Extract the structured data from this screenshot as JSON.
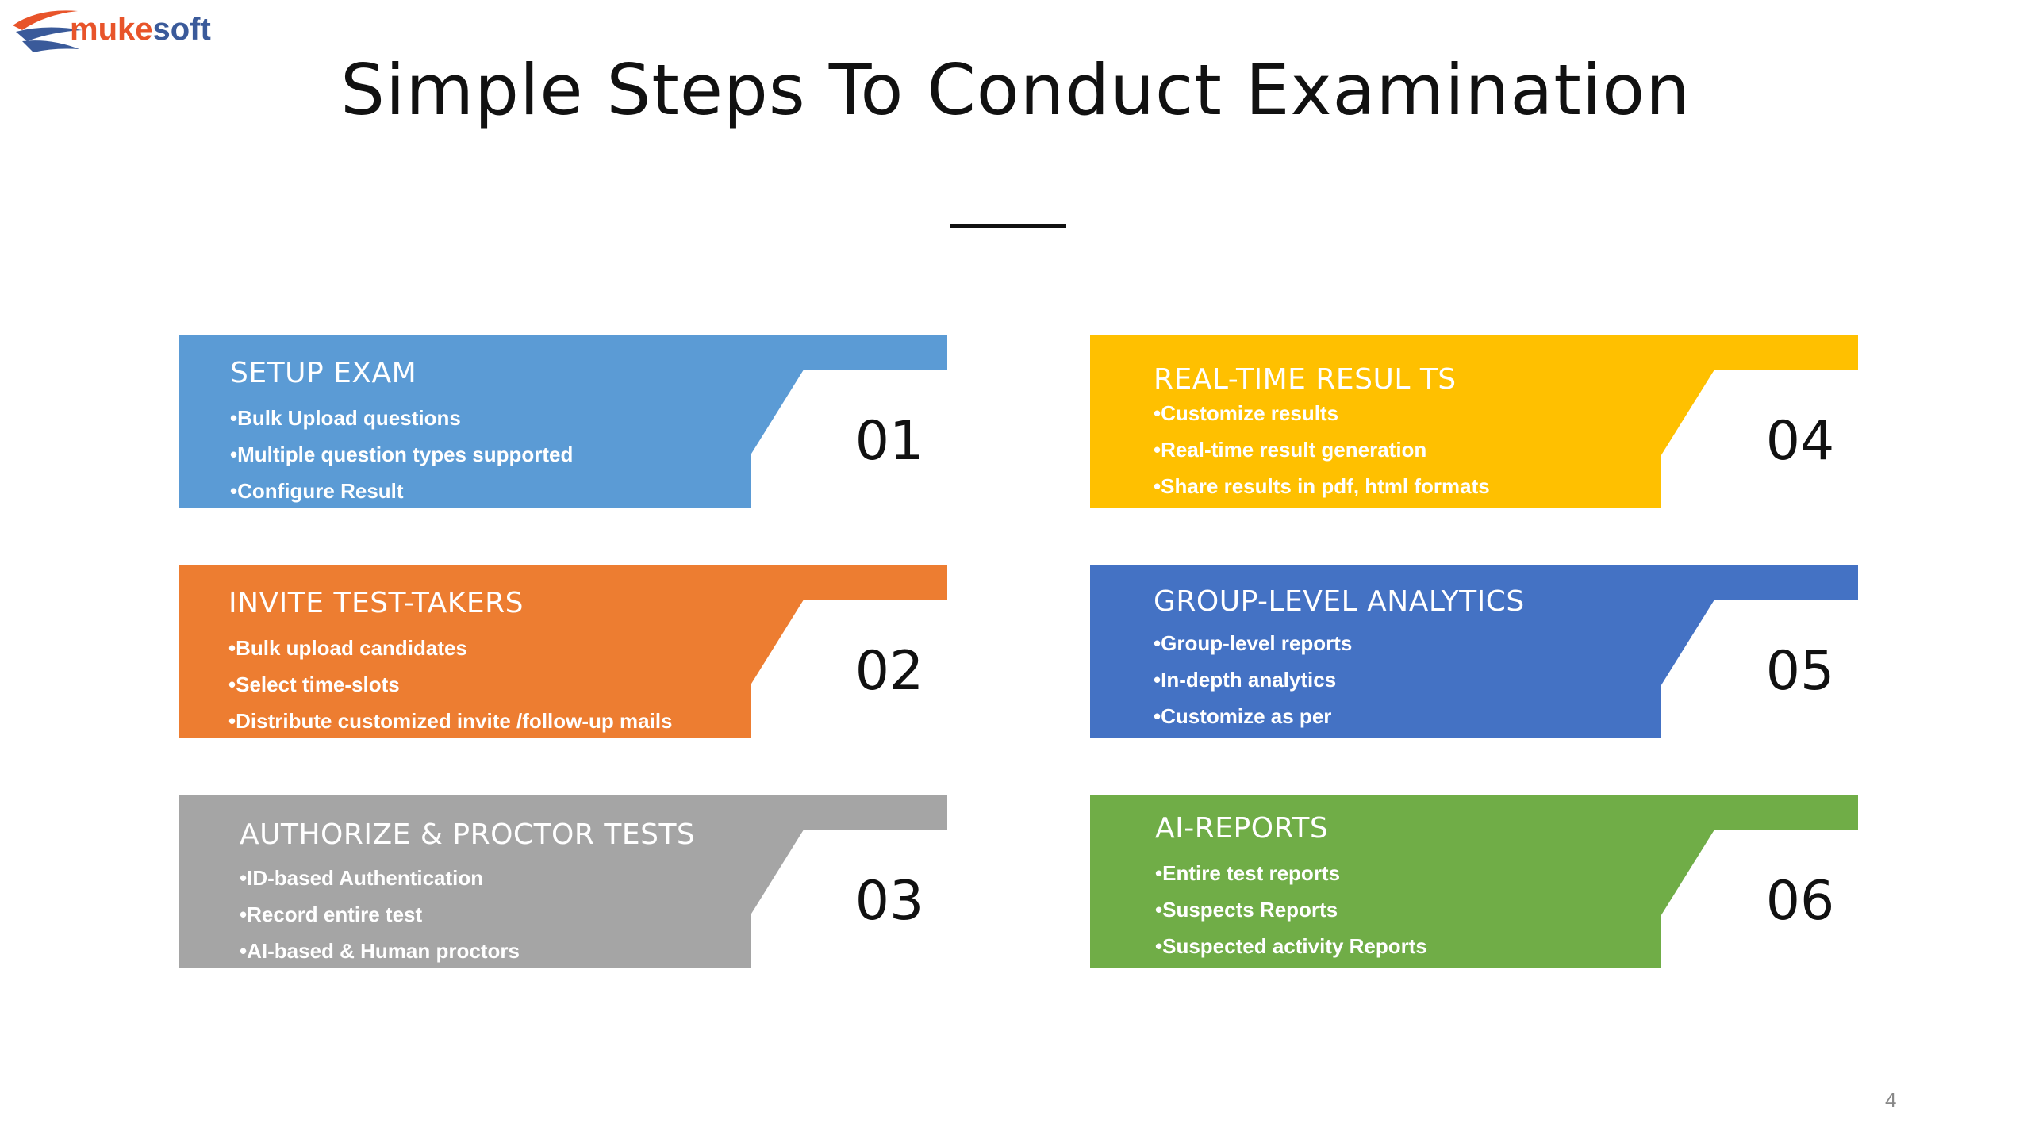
{
  "logo": {
    "text": "mukesoft"
  },
  "title": "Simple Steps To Conduct Examination",
  "colors": {
    "blue": "#5b9bd5",
    "orange": "#ed7d31",
    "gray": "#a5a5a5",
    "yellow": "#ffc000",
    "darkblue": "#4472c4",
    "green": "#70ad47"
  },
  "steps": [
    {
      "number": "01",
      "heading": "SETUP EXAM",
      "bullets": [
        "Bulk Upload questions",
        "Multiple question types supported",
        "Configure Result"
      ]
    },
    {
      "number": "02",
      "heading": "INVITE TEST-TAKERS",
      "bullets": [
        "Bulk upload candidates",
        "Select time-slots",
        "Distribute customized invite /follow-up mails"
      ]
    },
    {
      "number": "03",
      "heading": "AUTHORIZE & PROCTOR TESTS",
      "bullets": [
        "ID-based Authentication",
        "Record entire test",
        "AI-based & Human proctors"
      ]
    },
    {
      "number": "04",
      "heading": "REAL-TIME RESUL TS",
      "bullets": [
        "Customize results",
        "Real-time result generation",
        "Share results in pdf, html formats"
      ]
    },
    {
      "number": "05",
      "heading": "GROUP-LEVEL ANALYTICS",
      "bullets": [
        "Group-level reports",
        "In-depth analytics",
        "Customize as per"
      ]
    },
    {
      "number": "06",
      "heading": "AI-REPORTS",
      "bullets": [
        "Entire test reports",
        "Suspects Reports",
        "Suspected activity Reports"
      ]
    }
  ],
  "page_number": "4"
}
